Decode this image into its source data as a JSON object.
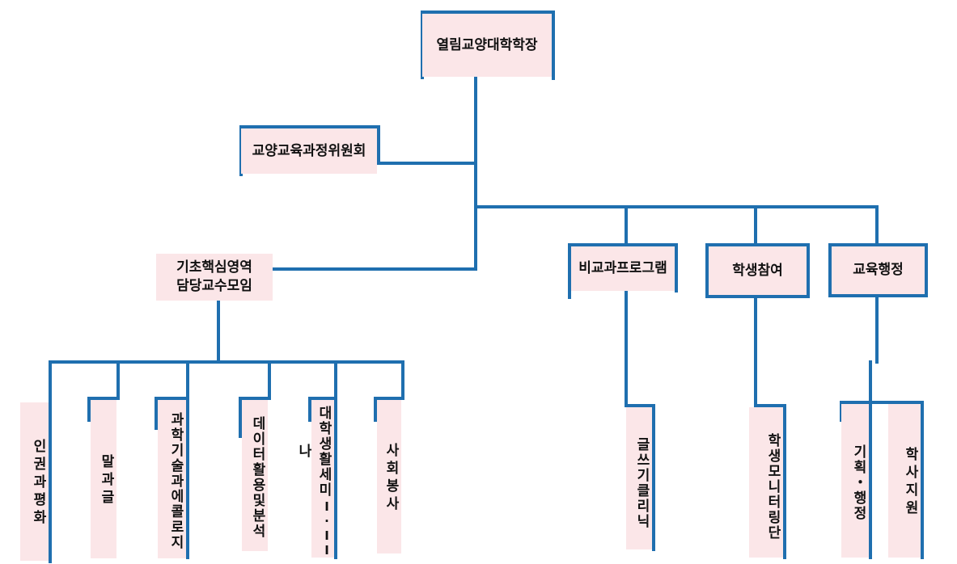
{
  "org": {
    "president": "열림교양대학학장",
    "committee": "교양교육과정위원회",
    "faculty_group": {
      "line1": "기초핵심영역",
      "line2": "담당교수모임"
    },
    "departments": [
      "비교과프로그램",
      "학생참여",
      "교육행정"
    ],
    "core_areas": [
      "인권과평화",
      "말과글",
      "과학기술과에콜로지",
      "데이터활용및분석",
      "대학생활세미나",
      "사회봉사"
    ],
    "seminar_suffix": "I·II",
    "writing_clinic": "글쓰기클리닉",
    "student_monitoring": "학생모니터링단",
    "admin_units": [
      "기획・행정",
      "학사지원"
    ]
  },
  "colors": {
    "line": "#1f6faf",
    "box_fill": "#fbe6e8"
  }
}
